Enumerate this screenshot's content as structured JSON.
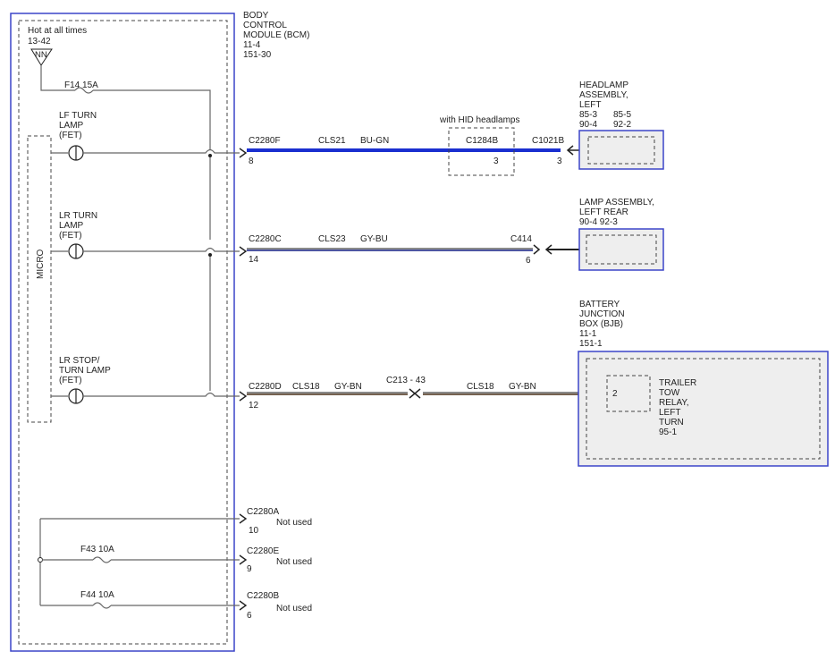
{
  "bcm": {
    "title_lines": [
      "BODY",
      "CONTROL",
      "MODULE (BCM)",
      "11-4",
      "151-30"
    ],
    "hot_label": "Hot at all times",
    "hot_ref": "13-42",
    "hot_symbol": "NN",
    "fuse_f14": "F14  15A",
    "micro": "MICRO",
    "lf_turn": [
      "LF TURN",
      "LAMP",
      "(FET)"
    ],
    "lr_turn": [
      "LR TURN",
      "LAMP",
      "(FET)"
    ],
    "lr_stop": [
      "LR STOP/",
      "TURN LAMP",
      "(FET)"
    ],
    "fuse_f43": "F43  10A",
    "fuse_f44": "F44  10A"
  },
  "circuits": {
    "c1": {
      "connector": "C2280F",
      "pin": "8",
      "circuit": "CLS21",
      "color": "BU-GN"
    },
    "c2": {
      "connector": "C2280C",
      "pin": "14",
      "circuit": "CLS23",
      "color": "GY-BU"
    },
    "c3": {
      "connector": "C2280D",
      "pin": "12",
      "circuit": "CLS18",
      "color": "GY-BN"
    },
    "c3b": {
      "circuit": "CLS18",
      "color": "GY-BN"
    },
    "inline": "C213 - 43",
    "hid_note": "with HID headlamps",
    "c1284b": "C1284B",
    "c1284b_pin": "3",
    "c1021b": "C1021B",
    "c1021b_pin": "3",
    "c414": "C414",
    "c414_pin": "6"
  },
  "unused": [
    {
      "connector": "C2280A",
      "pin": "10",
      "note": "Not used"
    },
    {
      "connector": "C2280E",
      "pin": "9",
      "note": "Not used"
    },
    {
      "connector": "C2280B",
      "pin": "6",
      "note": "Not used"
    }
  ],
  "headlamp": {
    "title_lines": [
      "HEADLAMP",
      "ASSEMBLY,",
      "LEFT"
    ],
    "refs_a": [
      "85-3",
      "90-4"
    ],
    "refs_b": [
      "85-5",
      "92-2"
    ]
  },
  "rear_lamp": {
    "title_lines": [
      "LAMP ASSEMBLY,",
      "LEFT REAR"
    ],
    "refs": "90-4   92-3"
  },
  "bjb": {
    "title_lines": [
      "BATTERY",
      "JUNCTION",
      "BOX (BJB)",
      "11-1",
      "151-1"
    ],
    "pin": "2",
    "relay_lines": [
      "TRAILER",
      "TOW",
      "RELAY,",
      "LEFT",
      "TURN",
      "95-1"
    ]
  },
  "colors": {
    "module_border": "#3b45c8",
    "blue_wire": "#1a2fd0",
    "gray_wire": "#8a8a8a",
    "fill": "#eeeeee"
  }
}
